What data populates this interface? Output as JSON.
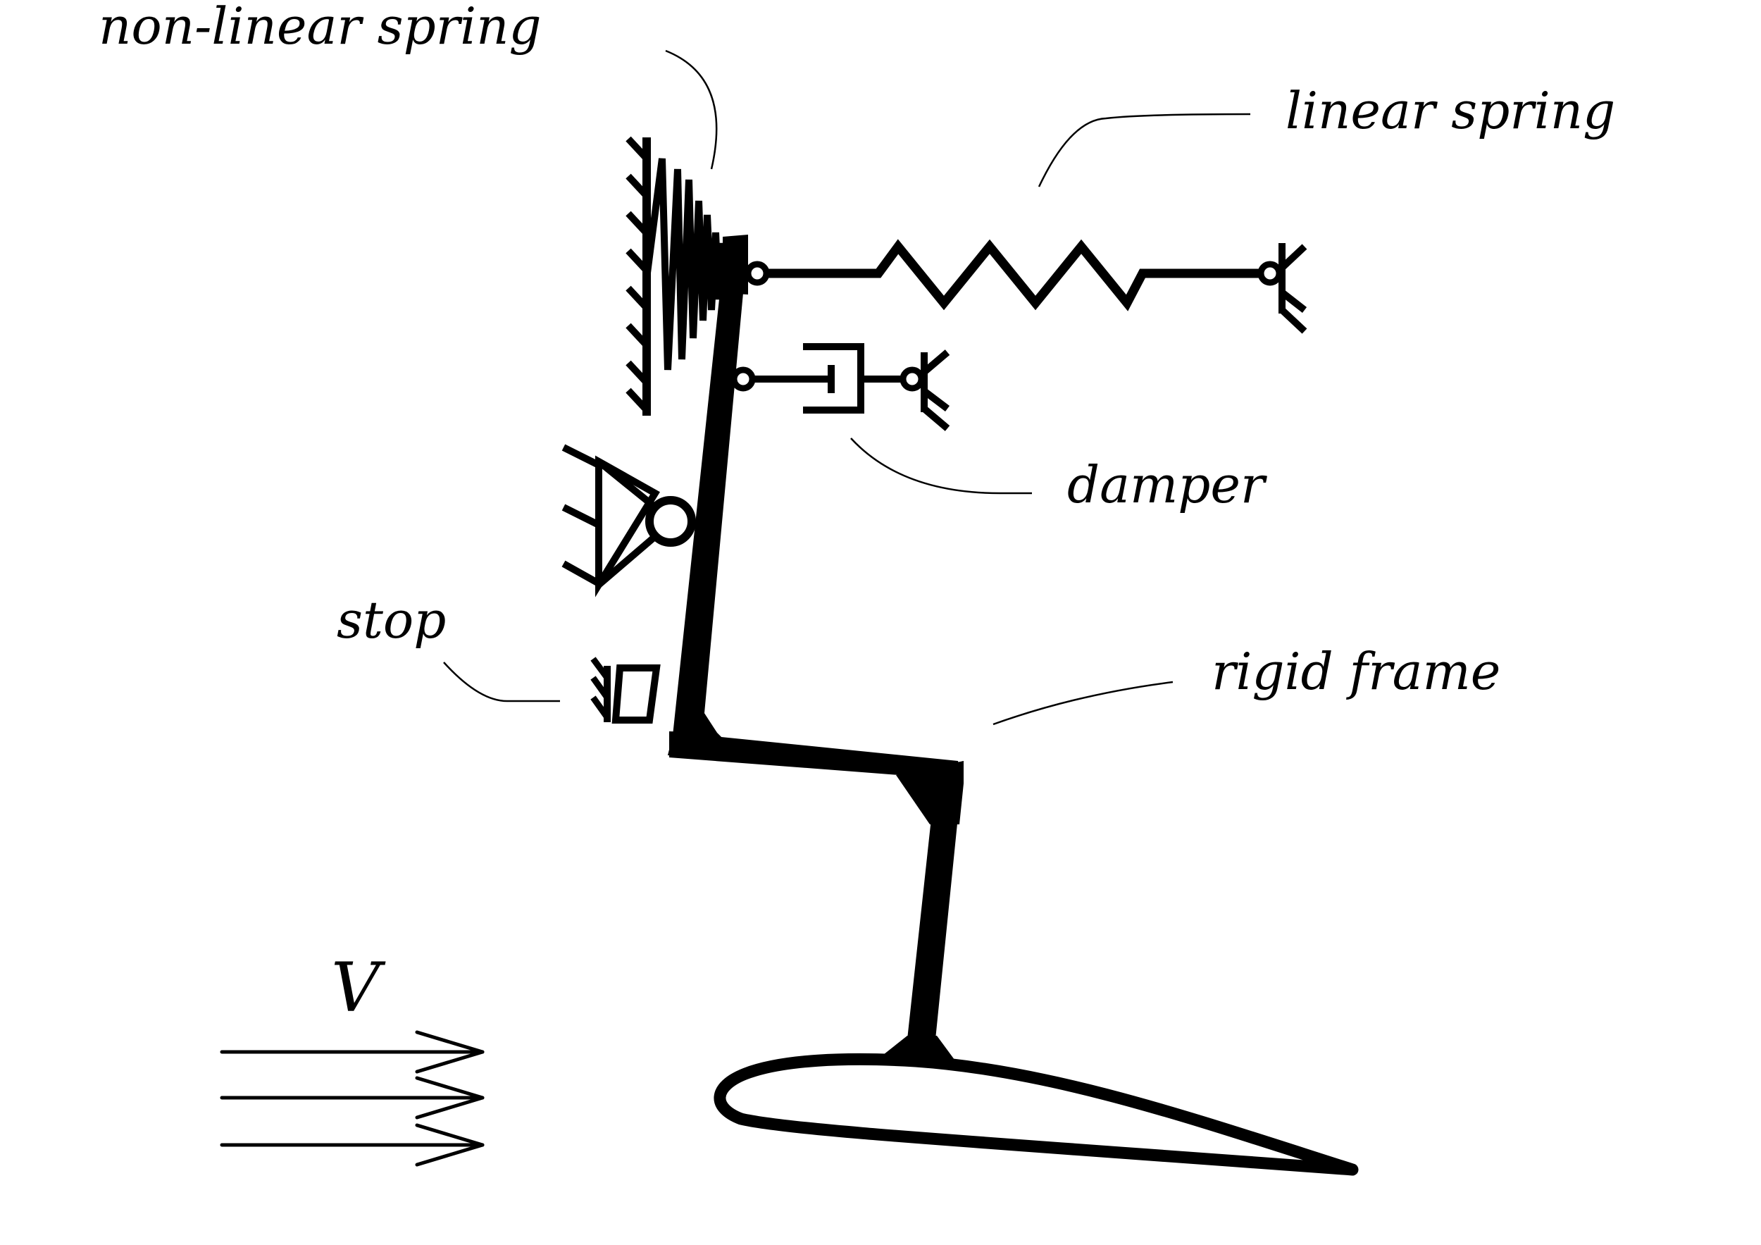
{
  "diagram": {
    "labels": {
      "non_linear_spring": "non-linear spring",
      "linear_spring": "linear spring",
      "damper": "damper",
      "stop": "stop",
      "rigid_frame": "rigid frame",
      "velocity": "V"
    },
    "colors": {
      "ink": "#000000",
      "background": "#ffffff"
    }
  }
}
